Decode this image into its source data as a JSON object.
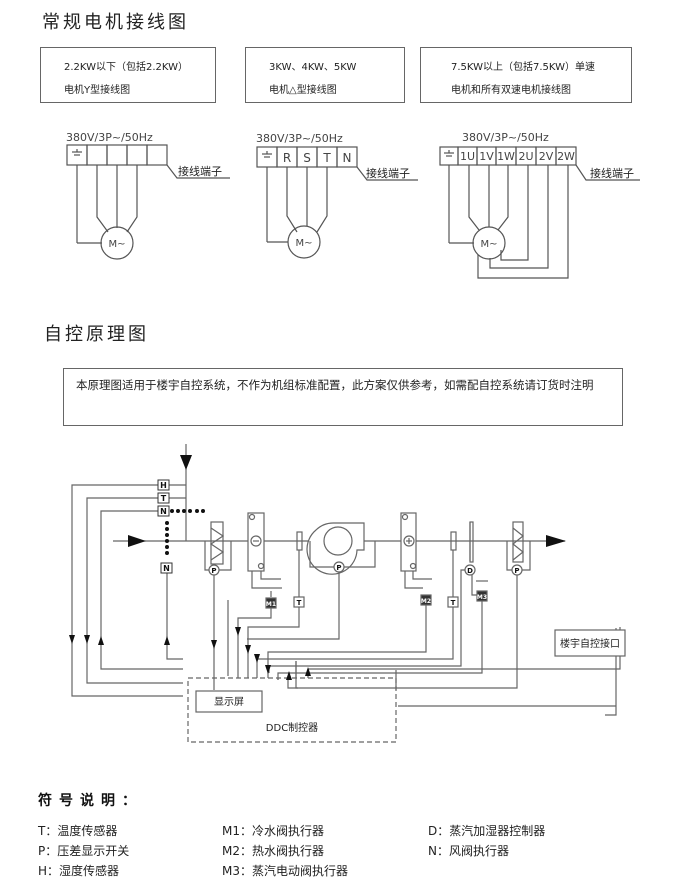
{
  "motor_section": {
    "title": "常规电机接线图",
    "cards": [
      {
        "line1": "2.2KW以下（包括2.2KW）",
        "line2": "电机Y型接线图"
      },
      {
        "line1": "3KW、4KW、5KW",
        "line2": "电机△型接线图"
      },
      {
        "line1": "7.5KW以上（包括7.5KW）单速",
        "line2": "电机和所有双速电机接线图"
      }
    ],
    "diagrams": [
      {
        "supply": "380V/3P~/50Hz",
        "terminals": [
          "⏚",
          "",
          "",
          "",
          ""
        ],
        "terminal_label": "接线端子",
        "motor": "M~"
      },
      {
        "supply": "380V/3P~/50Hz",
        "terminals": [
          "⏚",
          "R",
          "S",
          "T",
          "N"
        ],
        "terminal_label": "接线端子",
        "motor": "M~"
      },
      {
        "supply": "380V/3P~/50Hz",
        "terminals": [
          "⏚",
          "1U",
          "1V",
          "1W",
          "2U",
          "2V",
          "2W"
        ],
        "terminal_label": "接线端子",
        "motor": "M~"
      }
    ]
  },
  "control_section": {
    "title": "自控原理图",
    "note": "本原理图适用于楼宇自控系统，不作为机组标准配置，此方案仅供参考，如需配自控系统请订货时注明",
    "symbols": {
      "H": "H",
      "T": "T",
      "N": "N",
      "P": "P",
      "D": "D",
      "M1": "M1",
      "M2": "M2",
      "M3": "M3",
      "minus": "⊖",
      "plus": "⊕"
    },
    "display": "显示屏",
    "ddc": "DDC制控器",
    "bms_interface": "楼宇自控接口"
  },
  "legend": {
    "title": "符号说明：",
    "columns": [
      [
        "T：温度传感器",
        "P：压差显示开关",
        "H：湿度传感器"
      ],
      [
        "M1：冷水阀执行器",
        "M2：热水阀执行器",
        "M3：蒸汽电动阀执行器"
      ],
      [
        "D：蒸汽加湿器控制器",
        "N：风阀执行器"
      ]
    ]
  }
}
